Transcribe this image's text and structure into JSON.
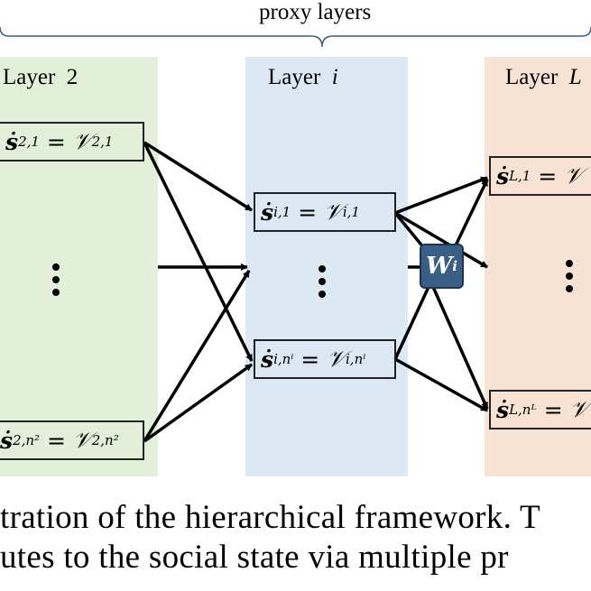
{
  "brace_label": "proxy layers",
  "layers": [
    {
      "title": "Layer  2",
      "color": "#e2efd9",
      "box_top": {
        "s": "ṡ",
        "sup_s": "2,1",
        "eq": " = ",
        "v": "𝒱",
        "sup_v": "2,1"
      },
      "box_bottom": {
        "s": "ṡ",
        "sup_s": "2,n²",
        "eq": " = ",
        "v": "𝒱",
        "sup_v": "2,n²"
      }
    },
    {
      "title": "Layer  ",
      "title_var": "i",
      "color": "#dde8f5",
      "box_top": {
        "s": "ṡ",
        "sup_s": "i,1",
        "eq": " = ",
        "v": "𝒱",
        "sup_v": "i,1"
      },
      "box_bottom": {
        "s": "ṡ",
        "sup_s": "i,nⁱ",
        "eq": " = ",
        "v": "𝒱",
        "sup_v": "i,nⁱ"
      }
    },
    {
      "title": "Layer  ",
      "title_var": "L",
      "color": "#f7e2d3",
      "box_top": {
        "s": "ṡ",
        "sup_s": "L,1",
        "eq": " = ",
        "v": "𝒱"
      },
      "box_bottom": {
        "s": "ṡ",
        "sup_s": "L,nᴸ",
        "eq": " = ",
        "v": "𝒱"
      }
    }
  ],
  "weight_node": {
    "label": "W",
    "sup": "i",
    "color": "#3b5e86"
  },
  "caption": [
    "tration of the hierarchical framework. T",
    "utes to the social state via multiple pr"
  ]
}
